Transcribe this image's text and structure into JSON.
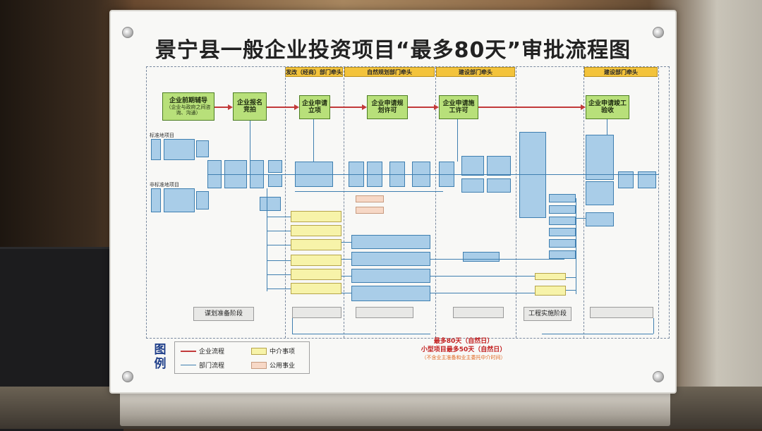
{
  "title": "景宁县一般企业投资项目“最多80天”审批流程图",
  "columns": [
    {
      "label": "发改（经商）部门牵头"
    },
    {
      "label": "自然规划部门牵头"
    },
    {
      "label": "建设部门牵头"
    },
    {
      "label": ""
    },
    {
      "label": "建设部门牵头"
    }
  ],
  "steps": [
    {
      "label": "企业前期辅导",
      "sub": "（企业与政府之间咨询、沟通）"
    },
    {
      "label": "企业报名竞拍",
      "sub": ""
    },
    {
      "label": "企业申请立项",
      "sub": ""
    },
    {
      "label": "企业申请规划许可",
      "sub": ""
    },
    {
      "label": "企业申请施工许可",
      "sub": ""
    },
    {
      "label": "企业申请竣工验收",
      "sub": ""
    }
  ],
  "left_labels": {
    "standard_land": "标准地项目",
    "non_standard_land": "非标准地项目"
  },
  "phases": {
    "prep": "谋划准备阶段",
    "implementation": "工程实施阶段"
  },
  "center": {
    "line1": "最多80天（自然日）",
    "line2": "小型项目最多50天（自然日）",
    "line3": "（不含业主准备和业主委托中介时间）"
  },
  "legend": {
    "title": "图例",
    "enterprise_flow": "企业流程",
    "department_flow": "部门流程",
    "intermediary": "中介事项",
    "public_service": "公用事业"
  },
  "colors": {
    "enterprise_flow": "#c23a3a",
    "department_flow": "#3f7fb0",
    "step_fill": "#b8e07a",
    "intermediary": "#f7f3a9",
    "public_service": "#f7d8c6",
    "column_header": "#f3c33b"
  }
}
